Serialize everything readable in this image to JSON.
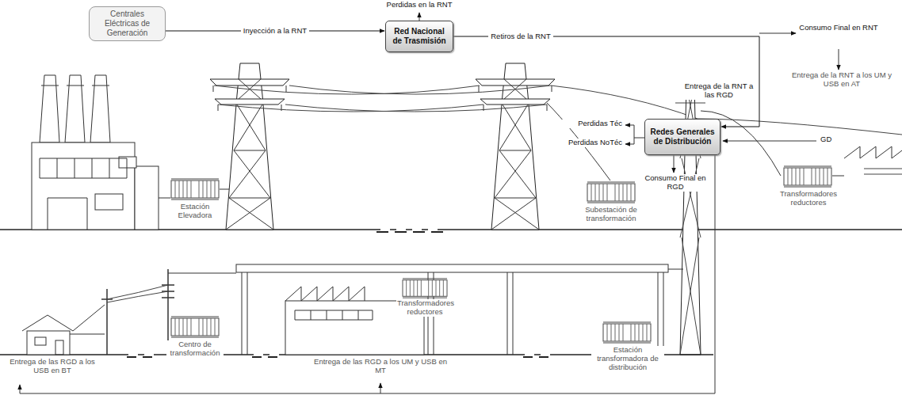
{
  "diagram": {
    "nodes": [
      {
        "text": [
          "Centrales Eléctricas de Generación"
        ]
      },
      {
        "text": [
          "Red Nacional de Trasmisión"
        ]
      },
      {
        "text": [
          "Redes Generales de Distribución"
        ]
      }
    ],
    "edges": [
      {
        "from": 0,
        "to": 1,
        "arrow": "to",
        "label": "Inyección a la RNT"
      },
      {
        "from": 1,
        "to": 2,
        "arrow": "to",
        "label": "Retiros de la RNT"
      }
    ],
    "labels": [
      "Perdidas en la RNT",
      "Consumo Final en RNT",
      "Entrega de la RNT a los UM y USB en AT",
      "Entrega de la RNT a las RGD",
      "Perdidas Téc",
      "Perdidas NoTéc",
      "GD",
      "Consumo Final en RGD",
      "Entrega de las RGD a los USB en BT",
      "Entrega de las RGD a los UM y USB en MT",
      "Estación Elevadora",
      "Subestación de transformación",
      "Transformadores reductores",
      "Centro de transformación",
      "Transformadores reductores",
      "Estación transformadora de distribución"
    ]
  }
}
